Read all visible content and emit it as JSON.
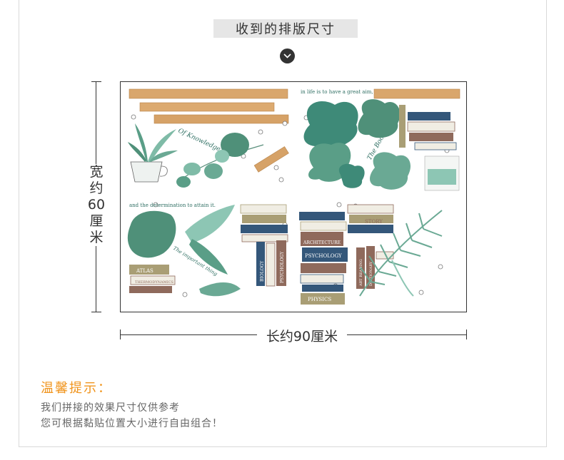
{
  "header": {
    "title": "收到的排版尺寸"
  },
  "dimensions": {
    "width_label": "宽约60厘米",
    "length_label": "长约90厘米"
  },
  "sheet": {
    "phrases": {
      "line1": "in life is to have a great aim,",
      "line2": "and the determination to attain it.",
      "knowledge": "Of Knowledge",
      "bookshelf": "The Bookshelf",
      "important": "The important thing"
    },
    "books": {
      "atlas": "ATLAS",
      "thermo": "THERMODYNAMICS",
      "architecture": "ARCHITECTURE",
      "psychology": "PSYCHOLOGY",
      "story": "STORY",
      "dictionary": "DICTIONARY",
      "art_reading": "ART READING",
      "physics": "PHYSICS",
      "biology": "BIOLOGY",
      "psychology_v": "PSYCHOLOGY",
      "shelf_top": "ATLAS"
    }
  },
  "tips": {
    "title": "温馨提示：",
    "line1": "我们拼接的效果尺寸仅供参考",
    "line2": "您可根据黏贴位置大小进行自由组合！"
  },
  "colors": {
    "accent": "#f0941d",
    "leaf_dark": "#3e8a78",
    "leaf_light": "#8dc6b4",
    "wood": "#d9a66c",
    "book_blue": "#34577a",
    "book_brown": "#8f6a5c",
    "book_olive": "#a99e75"
  }
}
